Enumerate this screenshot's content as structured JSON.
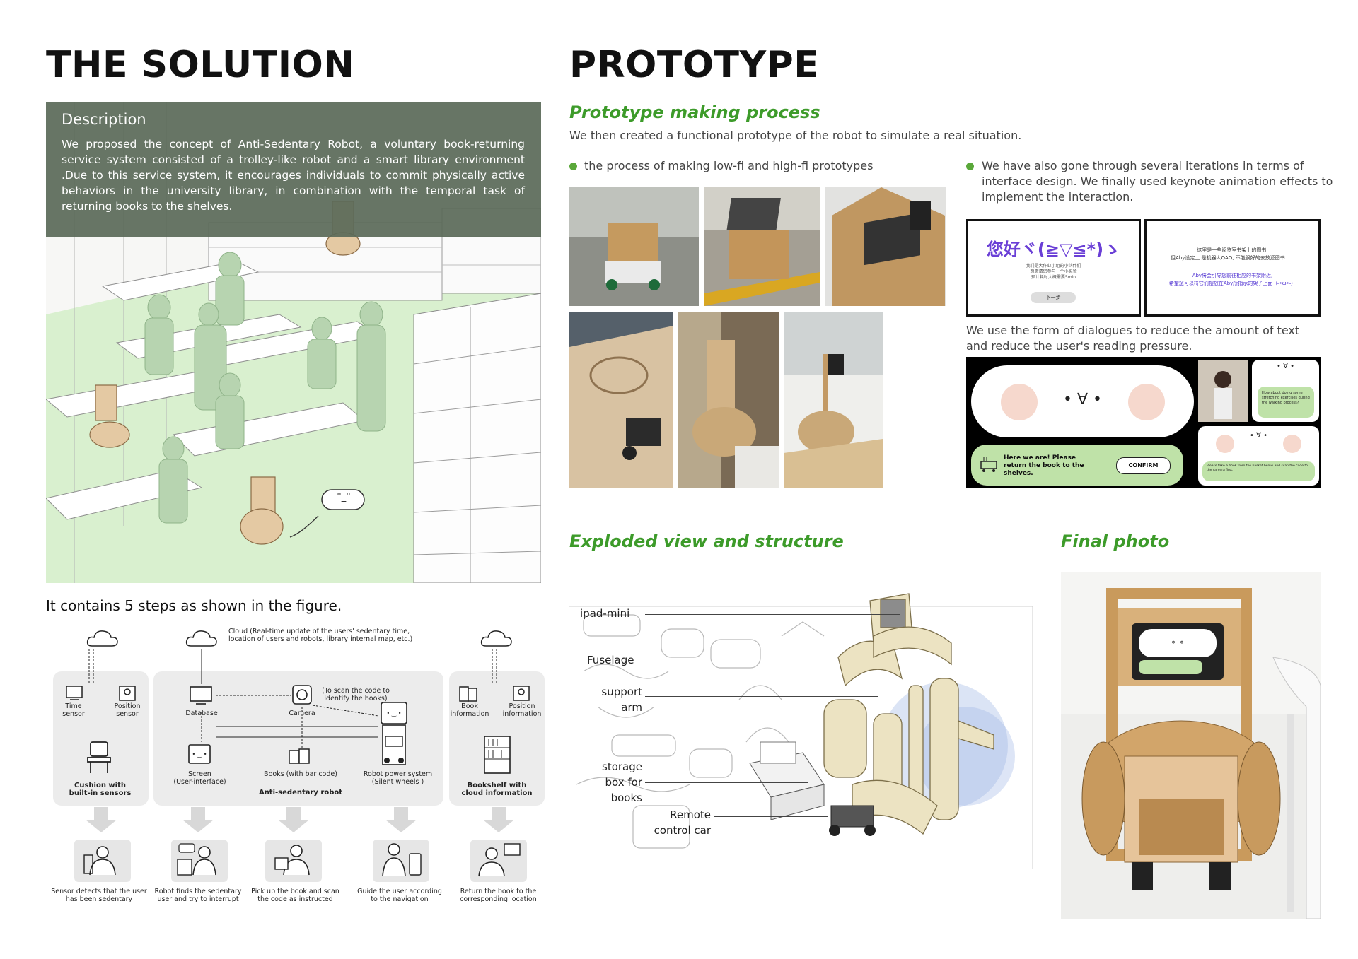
{
  "left": {
    "title": "THE SOLUTION",
    "desc_title": "Description",
    "desc_text": "We proposed the concept of Anti-Sedentary Robot, a voluntary book-returning service system consisted of a trolley-like robot and a smart library environment .Due to this service system, it encourages individuals to commit physically active behaviors in the university library, in combination with the temporal task of returning books to the shelves.",
    "robot_face": "°_°",
    "steps_caption": "It contains 5 steps as shown in the figure."
  },
  "diagram": {
    "cloud_note": "Cloud (Real-time update of the users' sedentary time, location of users and robots, library internal map, etc.)",
    "time_sensor": "Time\nsensor",
    "position_sensor": "Position\nsensor",
    "cushion": "Cushion with\nbuilt-in sensors",
    "database": "Database",
    "camera": "Camera",
    "scan_note": "(To scan the code to\nidentify the books)",
    "screen": "Screen\n(User-interface)",
    "books_barcode": "Books (with bar code)",
    "robot_power": "Robot power system\n(Silent wheels )",
    "anti_robot": "Anti-sedentary robot",
    "book_info": "Book\ninformation",
    "position_info": "Position\ninformation",
    "bookshelf": "Bookshelf with\ncloud  information",
    "step1": "Sensor detects that the user\nhas been sedentary",
    "step2": "Robot finds the sedentary\nuser and try to interrupt",
    "step3": "Pick up the book and scan\nthe code as instructed",
    "step4": "Guide the user according\nto the navigation",
    "step5": "Return the book to the\ncorresponding location"
  },
  "right": {
    "title": "PROTOTYPE",
    "making_title": "Prototype making process",
    "making_text": "We then created a functional prototype of the robot to simulate a real situation.",
    "bullet1": "the process of making low-fi and high-fi prototypes",
    "bullet2": "We have also gone through several iterations in terms of interface design. We finally used keynote animation effects to implement the interaction.",
    "ui1_greet": "您好ヾ(≧▽≦*)ゝ",
    "ui1_line1": "我们是大作业小组的小伙伴们",
    "ui1_line2": "想邀请您参与一个小实验",
    "ui1_line3": "预计耗时大概需要5min",
    "ui1_button": "下一步",
    "ui2_line1": "这里是一些阅览室书架上的图书,",
    "ui2_line2": "但Aby设定上 是机器人QAQ, 不能很好的去放还图书......",
    "ui2_line3": "Aby将会引导您前往相应的书架附近,",
    "ui2_line4": "希望您可以将它们摆放在Aby所指示的架子上面（˶•ω•˶）",
    "dialogue_text": "We use the form of dialogues to reduce the amount of text and reduce the user's reading pressure.",
    "face": "• ∀ •",
    "bubble_text": "Here we are! Please return the book to the shelves.",
    "confirm": "CONFIRM",
    "mini_bubble": "How about doing some stretching exercises during the walking process?",
    "mini_bubble2": "Please take a book from the basket below and scan the code to the camera first.",
    "exploded_title": "Exploded view and structure",
    "final_title": "Final photo",
    "parts": {
      "ipad": "ipad-mini",
      "fuselage": "Fuselage",
      "support": "support\narm",
      "storage": "storage\nbox for\nbooks",
      "remote": "Remote\ncontrol car"
    }
  }
}
